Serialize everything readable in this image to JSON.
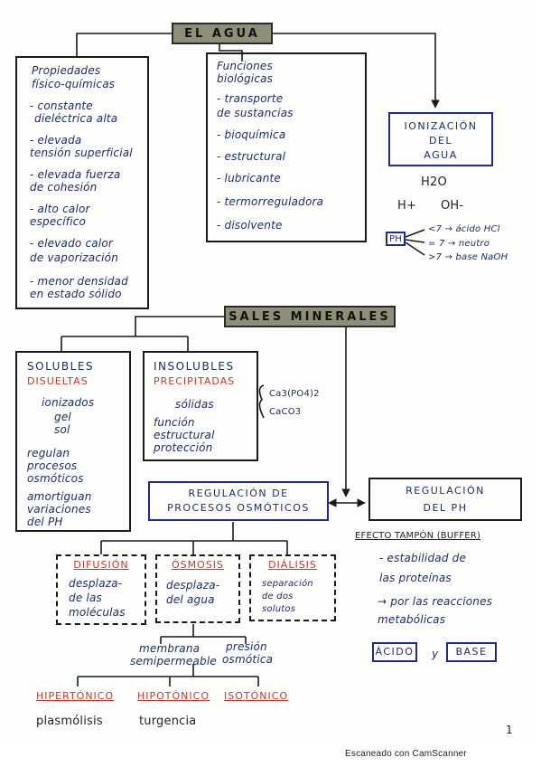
{
  "title": "EL AGUA",
  "propiedades": {
    "heading": [
      "Propiedades",
      "físico-químicas"
    ],
    "items": [
      [
        "- constante",
        "dieléctrica alta"
      ],
      [
        "- elevada",
        "tensión superficial"
      ],
      [
        "- elevada fuerza",
        "de cohesión"
      ],
      [
        "- alto calor",
        "específico"
      ],
      [
        "- elevado calor",
        "de vaporización"
      ],
      [
        "- menor densidad",
        "en estado sólido"
      ]
    ]
  },
  "funciones": {
    "heading": [
      "Funciones",
      "biológicas"
    ],
    "items": [
      "- transporte",
      "de sustancias",
      "- bioquímica",
      "- estructural",
      "- lubricante",
      "- termorreguladora",
      "- disolvente"
    ]
  },
  "ionizacion": {
    "box": [
      "IONIZACIÓN",
      "DEL",
      "AGUA"
    ],
    "molecule": "H2O",
    "h_ion": "H+",
    "oh_ion": "OH-",
    "ph_label": "PH",
    "scale": [
      "<7 → ácido HCl",
      "= 7 → neutro",
      ">7 → base NaOH"
    ]
  },
  "sales": {
    "title": "SALES MINERALES",
    "solubles": {
      "heading": [
        "SOLUBLES",
        "DISUELTAS"
      ],
      "ionizados": "ionizados",
      "gel": "gel",
      "sol": "sol",
      "regulan": [
        "regulan",
        "procesos",
        "osmóticos"
      ],
      "amortiguan": [
        "amortiguan",
        "variaciones",
        "del PH"
      ]
    },
    "insolubles": {
      "heading": [
        "INSOLUBLES",
        "PRECIPITADAS"
      ],
      "solidas": "sólidas",
      "funcion": [
        "función",
        "estructural",
        "protección"
      ],
      "formulas": [
        "Ca3(PO4)2",
        "CaCO3"
      ]
    }
  },
  "regulacion_osmotica": {
    "title": [
      "REGULACIÓN DE",
      "PROCESOS OSMÓTICOS"
    ],
    "difusion": {
      "title": "DIFUSIÓN",
      "text": [
        "desplaza-",
        "de las",
        "moléculas"
      ]
    },
    "osmosis": {
      "title": "ÓSMOSIS",
      "text": [
        "desplaza-",
        "del agua"
      ]
    },
    "dialisis": {
      "title": "DIÁLISIS",
      "text": [
        "separación",
        "de dos",
        "solutos"
      ]
    },
    "membrana": [
      "membrana",
      "semipermeable"
    ],
    "presion": [
      "presión",
      "osmótica"
    ],
    "tipos": [
      "HIPERTÓNICO",
      "HIPOTÓNICO",
      "ISOTÓNICO"
    ],
    "efectos": [
      "plasmólisis",
      "turgencia"
    ]
  },
  "regulacion_ph": {
    "title": [
      "REGULACIÓN",
      "DEL PH"
    ],
    "efecto": "EFECTO TAMPÓN (BUFFER)",
    "items": [
      "- estabilidad de",
      "las proteínas",
      "→ por las reacciones",
      "metabólicas"
    ],
    "acido": "ÁCIDO",
    "y": "y",
    "base": "BASE"
  },
  "page_number": "1",
  "footer": "Escaneado con CamScanner",
  "colors": {
    "ink_navy": "#1e2a5e",
    "ink_black": "#1a1a1a",
    "ink_red": "#c0392b",
    "pill_fill": "#8f8e79"
  }
}
